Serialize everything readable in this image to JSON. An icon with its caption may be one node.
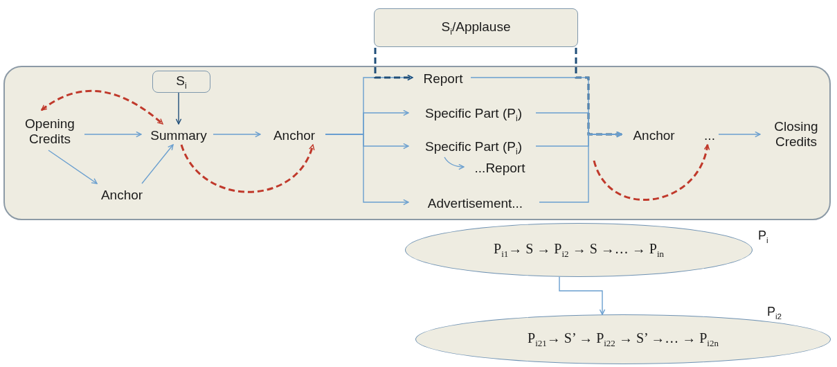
{
  "diagram": {
    "nodes": [
      {
        "text": [
          "S$_{i}$/Applause"
        ]
      },
      {
        "text": [],
        "shape": "box"
      },
      {
        "text": [
          "S$_{i}$"
        ],
        "in": 1
      },
      {
        "text": [
          "Opening Credits"
        ],
        "in": 1
      },
      {
        "text": [
          "Summary"
        ],
        "in": 1
      },
      {
        "text": [
          "Anchor"
        ],
        "in": 1
      },
      {
        "text": [
          "Anchor"
        ],
        "in": 1
      },
      {
        "text": [
          "Report"
        ],
        "in": 1
      },
      {
        "text": [
          "Specific Part (P$_{i}$)"
        ],
        "in": 1
      },
      {
        "text": [
          "Specific Part (P$_{i}$)"
        ],
        "in": 1
      },
      {
        "text": [
          "...Report"
        ],
        "in": 1
      },
      {
        "text": [
          "Advertisement..."
        ],
        "in": 1
      },
      {
        "text": [
          "Anchor"
        ],
        "in": 1
      },
      {
        "text": [
          "..."
        ],
        "in": 1
      },
      {
        "text": [
          "Closing Credits"
        ],
        "in": 1
      },
      {
        "text": [
          "P$_{i1}$→ S → P$_{i2}$ → S →… → P$_{in}$"
        ],
        "beside": [
          "P$_{i}$"
        ]
      },
      {
        "text": [
          "P$_{i21}$→ S’ → P$_{i22}$ → S’ →… → P$_{i2n}$"
        ],
        "beside": [
          "P$_{i2}$"
        ]
      }
    ],
    "edges": [
      {
        "from": 3,
        "to": 4,
        "arrow": "to"
      },
      {
        "from": 3,
        "to": 6,
        "arrow": "to"
      },
      {
        "from": 6,
        "to": 4,
        "arrow": "to"
      },
      {
        "from": 3,
        "to": 4,
        "arrow": "both",
        "style": "dashed",
        "color": "#c0392b"
      },
      {
        "from": 2,
        "to": 4,
        "arrow": "to",
        "color": "#1f4e79"
      },
      {
        "from": 4,
        "to": 5,
        "arrow": "to"
      },
      {
        "from": 4,
        "to": 5,
        "arrow": "to",
        "style": "dashed",
        "color": "#c0392b"
      },
      {
        "from": 5,
        "to": 7,
        "arrow": "to"
      },
      {
        "from": 5,
        "to": 8,
        "arrow": "to"
      },
      {
        "from": 5,
        "to": 9,
        "arrow": "to"
      },
      {
        "from": 5,
        "to": 11,
        "arrow": "to"
      },
      {
        "from": 0,
        "to": 7,
        "arrow": "to",
        "style": "dashed",
        "color": "#1f4e79"
      },
      {
        "from": 0,
        "to": 12,
        "arrow": "to",
        "style": "dashed",
        "color": "#1f4e79"
      },
      {
        "from": 9,
        "to": 10,
        "arrow": "to"
      },
      {
        "from": 7,
        "to": 12,
        "arrow": "to"
      },
      {
        "from": 8,
        "to": 12,
        "arrow": "to"
      },
      {
        "from": 9,
        "to": 12,
        "arrow": "to"
      },
      {
        "from": 11,
        "to": 12,
        "arrow": "to"
      },
      {
        "from": null,
        "to": 13,
        "arrow": "to",
        "style": "dashed",
        "color": "#c0392b"
      },
      {
        "from": 13,
        "to": 14,
        "arrow": "to"
      },
      {
        "from": 15,
        "to": 16,
        "arrow": "to"
      }
    ]
  }
}
